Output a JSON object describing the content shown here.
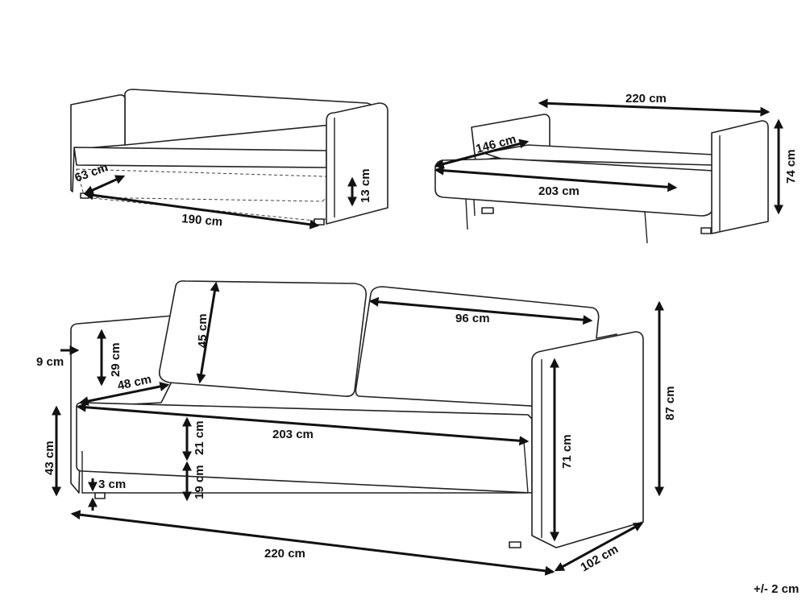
{
  "title": "Sofa bed dimensions",
  "views": {
    "closed_with_bed_outline": {
      "depth_label": "63 cm",
      "height_label": "13 cm",
      "length_label": "190 cm"
    },
    "open_bed": {
      "width_label": "220 cm",
      "depth_label": "146 cm",
      "bed_length_label": "203 cm",
      "height_label": "74 cm"
    },
    "front": {
      "cushion_height_label": "45 cm",
      "cushion_width_label": "96 cm",
      "armrest_width_label": "9 cm",
      "armrest_height_label": "29 cm",
      "seat_depth_label": "48 cm",
      "total_height_label": "87 cm",
      "seat_width_label": "203 cm",
      "seat_height_label": "43 cm",
      "seat_cushion_label": "21 cm",
      "base_label": "19 cm",
      "arm_height_label": "71 cm",
      "leg_label": "3 cm",
      "total_width_label": "220 cm",
      "total_depth_label": "102 cm"
    }
  },
  "tolerance": "+/- 2 cm"
}
